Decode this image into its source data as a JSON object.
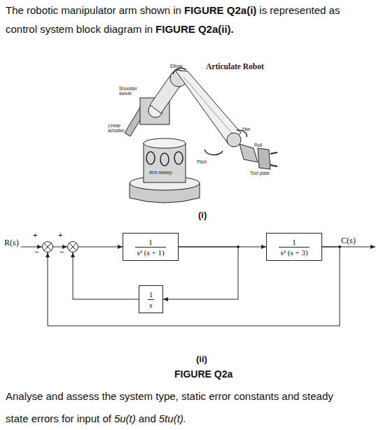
{
  "diagram": {
    "caption": "FIGURE Q2a",
    "nodes": [
      {
        "text": [
          "+",
          "−"
        ]
      },
      {
        "text": [
          "+",
          "−"
        ]
      },
      {
        "text": [
          "1",
          "s² (s + 1)"
        ]
      },
      {
        "text": [
          "1",
          "s² (s + 3)"
        ]
      },
      {
        "text": [
          "1",
          "s"
        ]
      }
    ],
    "edges": [
      {
        "from": 0,
        "to": 1,
        "arrow": "to"
      },
      {
        "from": 1,
        "to": 2,
        "arrow": "to"
      },
      {
        "from": 2,
        "to": 3,
        "arrow": "to"
      },
      {
        "from": 2,
        "to": 4,
        "arrow": "to"
      },
      {
        "from": 4,
        "to": 1,
        "arrow": "to"
      },
      {
        "from": 3,
        "to": 0,
        "arrow": "to"
      }
    ],
    "labels": [
      "The robotic manipulator arm shown in",
      "FIGURE Q2a(i)",
      "is represented as",
      "control system block diagram in",
      "FIGURE Q2a(ii).",
      "Elbow",
      "Articulate Robot",
      "Shoulder swivel",
      "Linear actuator",
      "Yaw",
      "Roll",
      "Pitch",
      "Tool plate",
      "Arm sweep",
      "(i)",
      "R(s)",
      "C(s)",
      "(ii)",
      "Analyse and assess the system type, static error constants and steady",
      "state errors for input of",
      "5u(t)",
      "and",
      "5tu(t)."
    ]
  }
}
